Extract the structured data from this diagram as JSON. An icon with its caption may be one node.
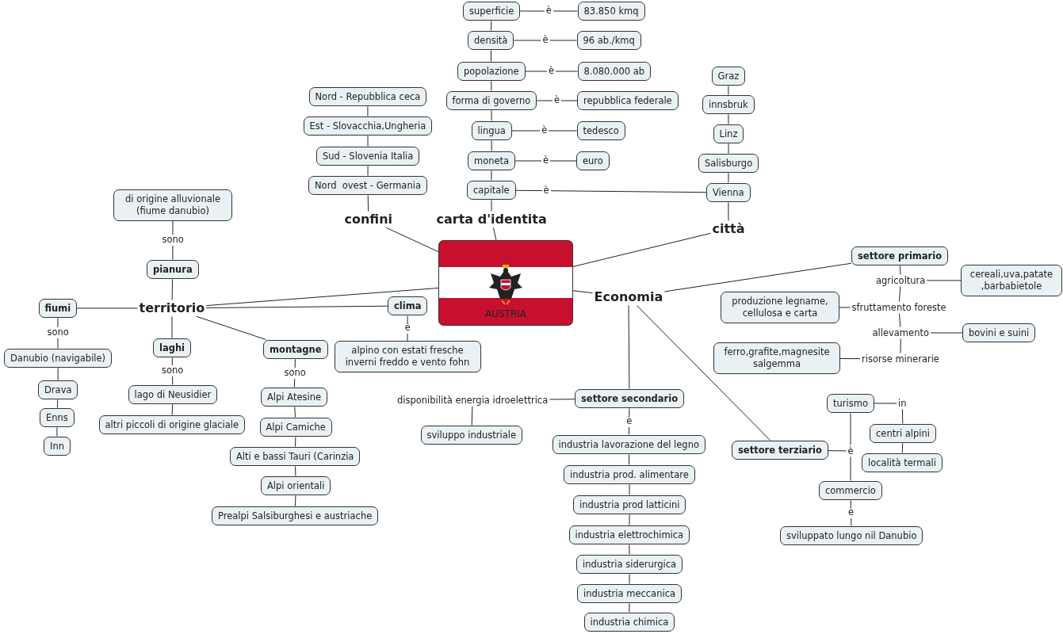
{
  "diagram": {
    "nodes": [
      {
        "text": [
          "superficie"
        ]
      },
      {
        "text": [
          "83.850 kmq"
        ]
      },
      {
        "text": [
          "densità"
        ]
      },
      {
        "text": [
          "96 ab./kmq"
        ]
      },
      {
        "text": [
          "popolazione"
        ]
      },
      {
        "text": [
          "8.080.000 ab"
        ]
      },
      {
        "text": [
          "forma di governo"
        ]
      },
      {
        "text": [
          "repubblica federale"
        ]
      },
      {
        "text": [
          "lingua"
        ]
      },
      {
        "text": [
          "tedesco"
        ]
      },
      {
        "text": [
          "moneta"
        ]
      },
      {
        "text": [
          "euro"
        ]
      },
      {
        "text": [
          "capitale"
        ]
      },
      {
        "text": [
          "Nord - Repubblica ceca"
        ]
      },
      {
        "text": [
          "Est - Slovacchia,Ungheria"
        ]
      },
      {
        "text": [
          "Sud - Slovenia Italia"
        ]
      },
      {
        "text": [
          "Nord  ovest - Germania"
        ]
      },
      {
        "text": [
          "Graz"
        ]
      },
      {
        "text": [
          "innsbruk"
        ]
      },
      {
        "text": [
          "Linz"
        ]
      },
      {
        "text": [
          "Salisburgo"
        ]
      },
      {
        "text": [
          "Vienna"
        ]
      },
      {
        "text": [
          "confini"
        ]
      },
      {
        "text": [
          "carta d'identita"
        ]
      },
      {
        "text": [
          "città"
        ]
      },
      {
        "text": [
          "di origine alluvionale (fiume danubio)"
        ]
      },
      {
        "text": [
          "pianura"
        ]
      },
      {
        "text": [
          "AUSTRIA"
        ]
      },
      {
        "text": [
          "fiumi"
        ]
      },
      {
        "text": [
          "territorio"
        ]
      },
      {
        "text": [
          "clima"
        ]
      },
      {
        "text": [
          "Economia"
        ]
      },
      {
        "text": [
          "settore primario"
        ]
      },
      {
        "text": [
          "agricoltura"
        ]
      },
      {
        "text": [
          "cereali,uva,patate ,barbabietole"
        ]
      },
      {
        "text": [
          "produzione legname, cellulosa e carta"
        ]
      },
      {
        "text": [
          "sfruttamento foreste"
        ]
      },
      {
        "text": [
          "allevamento"
        ]
      },
      {
        "text": [
          "bovini e suini"
        ]
      },
      {
        "text": [
          "ferro,grafite,magnesite salgemma"
        ]
      },
      {
        "text": [
          "risorse minerarie"
        ]
      },
      {
        "text": [
          "Danubio (navigabile)"
        ]
      },
      {
        "text": [
          "laghi"
        ]
      },
      {
        "text": [
          "montagne"
        ]
      },
      {
        "text": [
          "alpino con estati fresche inverni freddo e vento fohn"
        ]
      },
      {
        "text": [
          "Drava"
        ]
      },
      {
        "text": [
          "lago di Neusidier"
        ]
      },
      {
        "text": [
          "Alpi Atesine"
        ]
      },
      {
        "text": [
          "Enns"
        ]
      },
      {
        "text": [
          "Inn"
        ]
      },
      {
        "text": [
          "altri piccoli di origine glaciale"
        ]
      },
      {
        "text": [
          "Alpi Camiche"
        ]
      },
      {
        "text": [
          "disponibilità energia idroelettrica"
        ]
      },
      {
        "text": [
          "settore secondario"
        ]
      },
      {
        "text": [
          "sviluppo industriale"
        ]
      },
      {
        "text": [
          "turismo"
        ]
      },
      {
        "text": [
          "in"
        ]
      },
      {
        "text": [
          "industria lavorazione del legno"
        ]
      },
      {
        "text": [
          "centri alpini"
        ]
      },
      {
        "text": [
          "settore terziario"
        ]
      },
      {
        "text": [
          "è"
        ]
      },
      {
        "text": [
          "industria prod. alimentare"
        ]
      },
      {
        "text": [
          "località termali"
        ]
      },
      {
        "text": [
          "Alti e bassi Tauri (Carinzia"
        ]
      },
      {
        "text": [
          "commercio"
        ]
      },
      {
        "text": [
          "industria prod latticini"
        ]
      },
      {
        "text": [
          "Alpi orientali"
        ]
      },
      {
        "text": [
          "industria elettrochimica"
        ]
      },
      {
        "text": [
          "sviluppato lungo nil Danubio"
        ]
      },
      {
        "text": [
          "Prealpi Salsiburghesi e austriache"
        ]
      },
      {
        "text": [
          "industria siderurgica"
        ]
      },
      {
        "text": [
          "industria meccanica"
        ]
      },
      {
        "text": [
          "industria chimica"
        ]
      }
    ],
    "edges": [
      {
        "from": 0,
        "to": 1,
        "arrow": "none",
        "label": "è"
      },
      {
        "from": 2,
        "to": 3,
        "arrow": "none",
        "label": "è"
      },
      {
        "from": 4,
        "to": 5,
        "arrow": "none",
        "label": "è"
      },
      {
        "from": 6,
        "to": 7,
        "arrow": "none",
        "label": "è"
      },
      {
        "from": 8,
        "to": 9,
        "arrow": "none",
        "label": "è"
      },
      {
        "from": 10,
        "to": 11,
        "arrow": "none",
        "label": "è"
      },
      {
        "from": 12,
        "to": 21,
        "arrow": "none",
        "label": "è"
      },
      {
        "from": 0,
        "to": 2,
        "arrow": "none"
      },
      {
        "from": 2,
        "to": 4,
        "arrow": "none"
      },
      {
        "from": 4,
        "to": 6,
        "arrow": "none"
      },
      {
        "from": 6,
        "to": 8,
        "arrow": "none"
      },
      {
        "from": 8,
        "to": 10,
        "arrow": "none"
      },
      {
        "from": 10,
        "to": 12,
        "arrow": "none"
      },
      {
        "from": 12,
        "to": 23,
        "arrow": "none"
      },
      {
        "from": 13,
        "to": 14,
        "arrow": "none"
      },
      {
        "from": 14,
        "to": 15,
        "arrow": "none"
      },
      {
        "from": 15,
        "to": 16,
        "arrow": "none"
      },
      {
        "from": 16,
        "to": 22,
        "arrow": "none"
      },
      {
        "from": 17,
        "to": 18,
        "arrow": "none"
      },
      {
        "from": 18,
        "to": 19,
        "arrow": "none"
      },
      {
        "from": 19,
        "to": 20,
        "arrow": "none"
      },
      {
        "from": 20,
        "to": 21,
        "arrow": "none"
      },
      {
        "from": 21,
        "to": 24,
        "arrow": "none"
      },
      {
        "from": 22,
        "to": 27,
        "arrow": "none"
      },
      {
        "from": 23,
        "to": 27,
        "arrow": "none"
      },
      {
        "from": 24,
        "to": 27,
        "arrow": "none"
      },
      {
        "from": 25,
        "to": 26,
        "arrow": "none",
        "label": "sono"
      },
      {
        "from": 26,
        "to": 29,
        "arrow": "none"
      },
      {
        "from": 27,
        "to": 29,
        "arrow": "none"
      },
      {
        "from": 27,
        "to": 31,
        "arrow": "none"
      },
      {
        "from": 29,
        "to": 28,
        "arrow": "none"
      },
      {
        "from": 29,
        "to": 42,
        "arrow": "none"
      },
      {
        "from": 29,
        "to": 43,
        "arrow": "none"
      },
      {
        "from": 29,
        "to": 30,
        "arrow": "none"
      },
      {
        "from": 28,
        "to": 41,
        "arrow": "none",
        "label": "sono"
      },
      {
        "from": 41,
        "to": 45,
        "arrow": "none"
      },
      {
        "from": 45,
        "to": 48,
        "arrow": "none"
      },
      {
        "from": 48,
        "to": 49,
        "arrow": "none"
      },
      {
        "from": 42,
        "to": 46,
        "arrow": "none",
        "label": "sono"
      },
      {
        "from": 46,
        "to": 50,
        "arrow": "none"
      },
      {
        "from": 43,
        "to": 47,
        "arrow": "none",
        "label": "sono"
      },
      {
        "from": 47,
        "to": 51,
        "arrow": "none"
      },
      {
        "from": 51,
        "to": 63,
        "arrow": "none"
      },
      {
        "from": 63,
        "to": 66,
        "arrow": "none"
      },
      {
        "from": 66,
        "to": 69,
        "arrow": "none"
      },
      {
        "from": 30,
        "to": 44,
        "arrow": "none",
        "label": "è"
      },
      {
        "from": 31,
        "to": 32,
        "arrow": "none"
      },
      {
        "from": 32,
        "to": 33,
        "arrow": "none"
      },
      {
        "from": 33,
        "to": 34,
        "arrow": "none"
      },
      {
        "from": 33,
        "to": 36,
        "arrow": "none"
      },
      {
        "from": 36,
        "to": 35,
        "arrow": "none"
      },
      {
        "from": 36,
        "to": 37,
        "arrow": "none"
      },
      {
        "from": 37,
        "to": 38,
        "arrow": "none"
      },
      {
        "from": 37,
        "to": 40,
        "arrow": "none"
      },
      {
        "from": 40,
        "to": 39,
        "arrow": "none"
      },
      {
        "from": 31,
        "to": 53,
        "arrow": "none"
      },
      {
        "from": 31,
        "to": 59,
        "arrow": "none"
      },
      {
        "from": 53,
        "to": 52,
        "arrow": "none"
      },
      {
        "from": 52,
        "to": 54,
        "arrow": "none"
      },
      {
        "from": 53,
        "to": 57,
        "arrow": "none",
        "label": "è"
      },
      {
        "from": 57,
        "to": 61,
        "arrow": "none"
      },
      {
        "from": 61,
        "to": 65,
        "arrow": "none"
      },
      {
        "from": 65,
        "to": 67,
        "arrow": "none"
      },
      {
        "from": 67,
        "to": 70,
        "arrow": "none"
      },
      {
        "from": 70,
        "to": 71,
        "arrow": "none"
      },
      {
        "from": 71,
        "to": 72,
        "arrow": "none"
      },
      {
        "from": 59,
        "to": 60,
        "arrow": "none"
      },
      {
        "from": 60,
        "to": 55,
        "arrow": "none"
      },
      {
        "from": 60,
        "to": 64,
        "arrow": "none"
      },
      {
        "from": 55,
        "to": 56,
        "arrow": "none"
      },
      {
        "from": 56,
        "to": 58,
        "arrow": "none"
      },
      {
        "from": 58,
        "to": 62,
        "arrow": "none"
      },
      {
        "from": 64,
        "to": 68,
        "arrow": "none",
        "label": "è"
      }
    ]
  }
}
